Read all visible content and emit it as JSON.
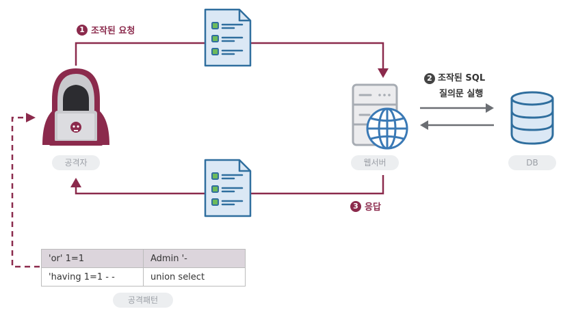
{
  "nodes": {
    "attacker_label": "공격자",
    "webserver_label": "웹서버",
    "db_label": "DB",
    "patterns_label": "공격패턴"
  },
  "steps": {
    "step1": {
      "num": "1",
      "label": "조작된 요청"
    },
    "step2": {
      "num": "2",
      "line1": "조작된 SQL",
      "line2": "질의문 실행"
    },
    "step3": {
      "num": "3",
      "label": "응답"
    }
  },
  "patterns_table": {
    "rows": [
      [
        "'or' 1=1",
        "Admin '-"
      ],
      [
        "'having 1=1 - -",
        "union select"
      ]
    ]
  },
  "colors": {
    "accent": "#8b2a4c",
    "doc_blue": "#2f6e9e",
    "doc_fill": "#dbe8f5",
    "server_gray": "#a7acb3",
    "globe_blue": "#3a79b5",
    "pill_bg": "#eceef0"
  }
}
